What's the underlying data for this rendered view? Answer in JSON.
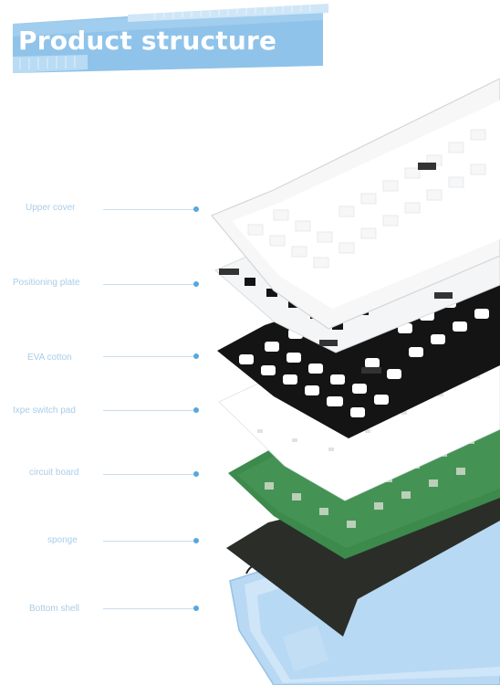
{
  "title": "Product structure",
  "layers": [
    {
      "id": "upper-cover",
      "label": "Upper cover"
    },
    {
      "id": "positioning-plate",
      "label": "Positioning plate"
    },
    {
      "id": "eva-cotton",
      "label": "EVA cotton"
    },
    {
      "id": "ixpe-switch-pad",
      "label": "Ixpe switch pad"
    },
    {
      "id": "circuit-board",
      "label": "circuit board"
    },
    {
      "id": "sponge",
      "label": "sponge"
    },
    {
      "id": "bottom-shell",
      "label": "Bottom shell"
    }
  ],
  "colors": {
    "banner": "#8fc3ea",
    "banner_light": "#cfe6f7",
    "label_text": "#a9cde9",
    "leader_line": "#c7ddef",
    "leader_dot": "#57a7e0",
    "upper_cover": "#f4f5f6",
    "plate": "#141414",
    "eva": "#ffffff",
    "pcb": "#3c8a4c",
    "sponge": "#2b2d29",
    "bottom_shell": "#b8d8f3"
  }
}
